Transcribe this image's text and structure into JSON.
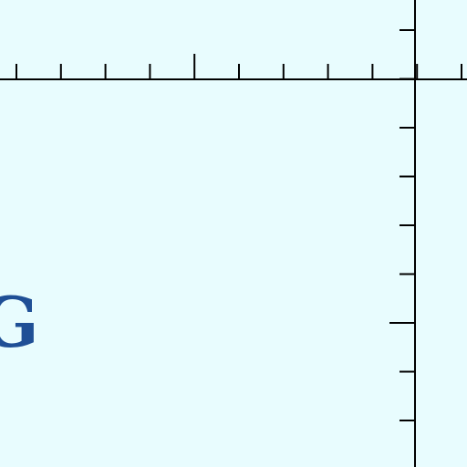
{
  "colors": {
    "background": "#e8fcfe",
    "axis": "#000000",
    "glyph": "#1f4f96"
  },
  "ruler": {
    "horizontal_tick_count": 11,
    "vertical_tick_count": 9
  },
  "glyph": {
    "text": "G"
  }
}
